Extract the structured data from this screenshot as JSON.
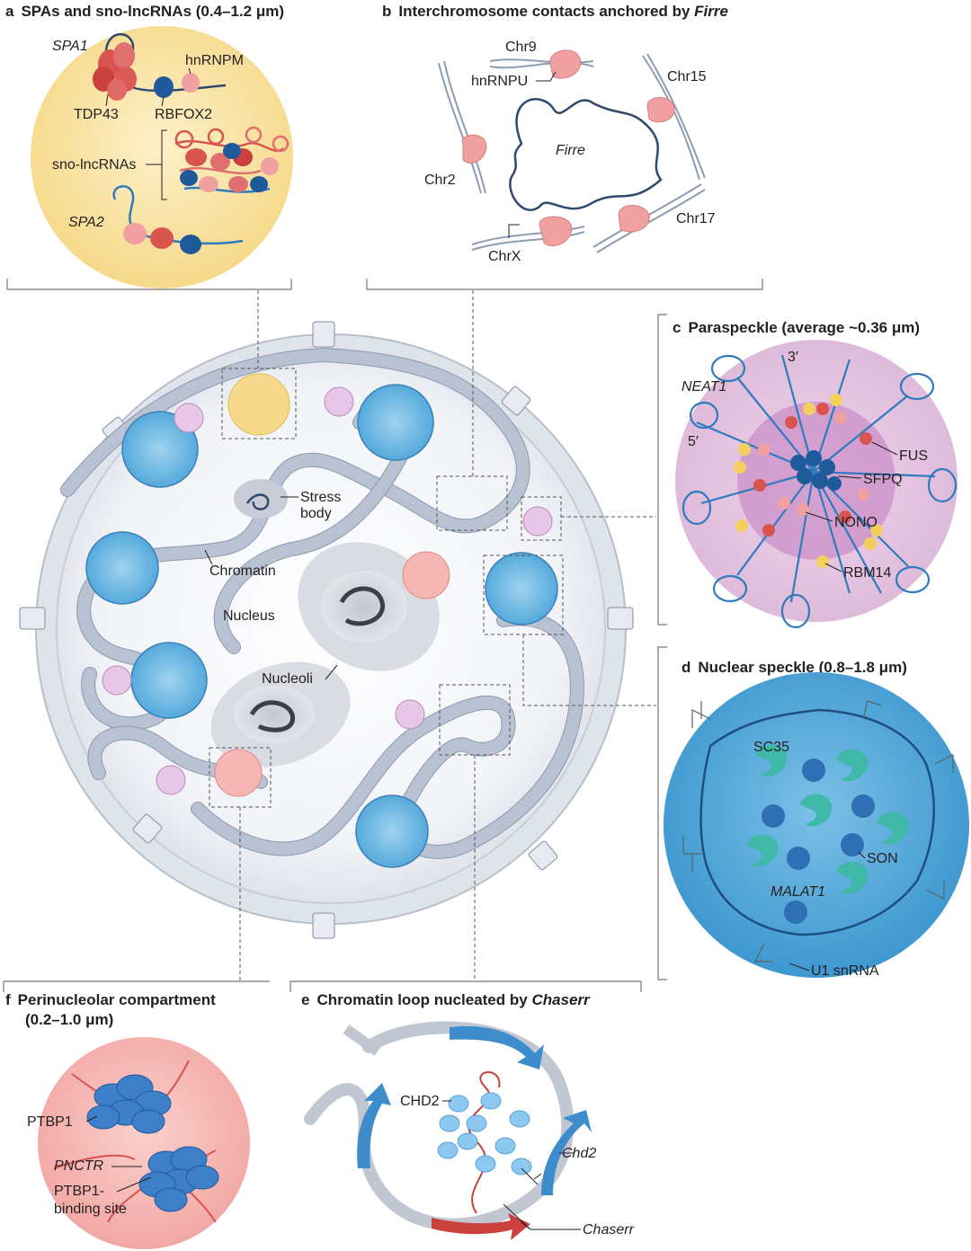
{
  "panels": {
    "a": {
      "letter": "a",
      "title": "SPAs and sno-lncRNAs (0.4–1.2 μm)"
    },
    "b": {
      "letter": "b",
      "title": "Interchromosome contacts anchored by ",
      "title_italic": "Firre"
    },
    "c": {
      "letter": "c",
      "title": "Paraspeckle (average ~0.36 μm)"
    },
    "d": {
      "letter": "d",
      "title": "Nuclear speckle (0.8–1.8 μm)"
    },
    "e": {
      "letter": "e",
      "title": "Chromatin loop nucleated by ",
      "title_italic": "Chaserr"
    },
    "f": {
      "letter": "f",
      "title_line1": "Perinucleolar compartment",
      "title_line2": "(0.2–1.0 μm)"
    }
  },
  "labels_a": {
    "spa1": "SPA1",
    "hnrnpm": "hnRNPM",
    "tdp43": "TDP43",
    "rbfox2": "RBFOX2",
    "snolnc": "sno-lncRNAs",
    "spa2": "SPA2"
  },
  "labels_b": {
    "chr9": "Chr9",
    "hnrnpu": "hnRNPU",
    "chr15": "Chr15",
    "firre": "Firre",
    "chr2": "Chr2",
    "chr17": "Chr17",
    "chrx": "ChrX"
  },
  "labels_c": {
    "three_prime": "3′",
    "neat1": "NEAT1",
    "five_prime": "5′",
    "fus": "FUS",
    "sfpq": "SFPQ",
    "nono": "NONO",
    "rbm14": "RBM14"
  },
  "labels_d": {
    "sc35": "SC35",
    "son": "SON",
    "malat1": "MALAT1",
    "u1": "U1 snRNA"
  },
  "labels_e": {
    "chd2_protein": "CHD2",
    "chd2_gene": "Chd2",
    "chaserr": "Chaserr"
  },
  "labels_f": {
    "ptbp1": "PTBP1",
    "pnctr": "PNCTR",
    "binding_line1": "PTBP1-",
    "binding_line2": "binding site"
  },
  "labels_nucleus": {
    "stress_line1": "Stress",
    "stress_line2": "body",
    "chromatin": "Chromatin",
    "nucleus": "Nucleus",
    "nucleoli": "Nucleoli"
  },
  "colors": {
    "spa_bg": "#fbe3a0",
    "paraspeckle_bg": "#e6c6e3",
    "paraspeckle_core": "#c98fc7",
    "speckle_bg": "#5aaedc",
    "perinucleolar_bg": "#f6b6b3",
    "nucleus": "#eef0f4",
    "chromatin": "#b9c2d2",
    "rna_blue": "#2f7bbf",
    "protein_red": "#d9534f",
    "protein_pink": "#f0a0a0",
    "protein_blue": "#1f5a9a",
    "teal": "#3fb8a8",
    "yellow": "#f3cf5e"
  }
}
